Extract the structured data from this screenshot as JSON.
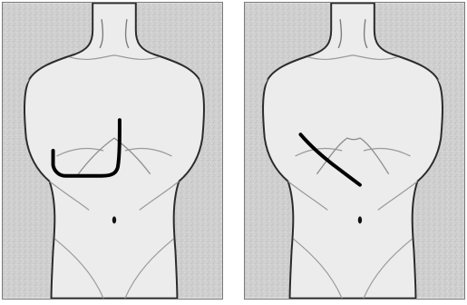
{
  "figure": {
    "panels": [
      {
        "id": "left",
        "incision": "subcostal-j-shaped-incision"
      },
      {
        "id": "right",
        "incision": "oblique-diagonal-incision"
      }
    ],
    "colors": {
      "background_texture": "#cdcdcd",
      "skin": "#ececec",
      "outline": "#2b2b2b",
      "incision": "#000000",
      "contour": "#9a9a9a"
    }
  }
}
